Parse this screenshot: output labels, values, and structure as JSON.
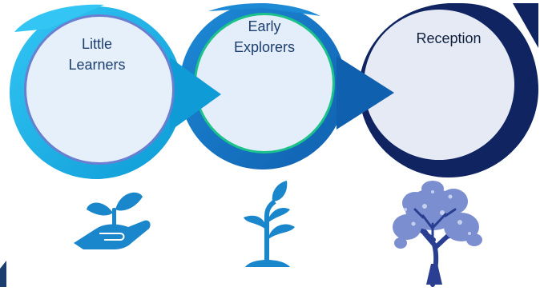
{
  "stages": [
    {
      "label": "Little\nLearners",
      "icon": "seedling-in-hand-icon",
      "ring_color": "#20b2e8",
      "fill_color": "#e4eefa"
    },
    {
      "label": "Early\nExplorers",
      "icon": "young-plant-icon",
      "ring_color": "#1778c8",
      "fill_color": "#e4eefa"
    },
    {
      "label": "Reception",
      "icon": "tree-icon",
      "ring_color": "#0f2460",
      "fill_color": "#e4eaf6"
    }
  ],
  "colors": {
    "icon_blue": "#1a86cc",
    "tree_blue": "#2a3f92",
    "tree_leaf": "#7b8fd0"
  }
}
